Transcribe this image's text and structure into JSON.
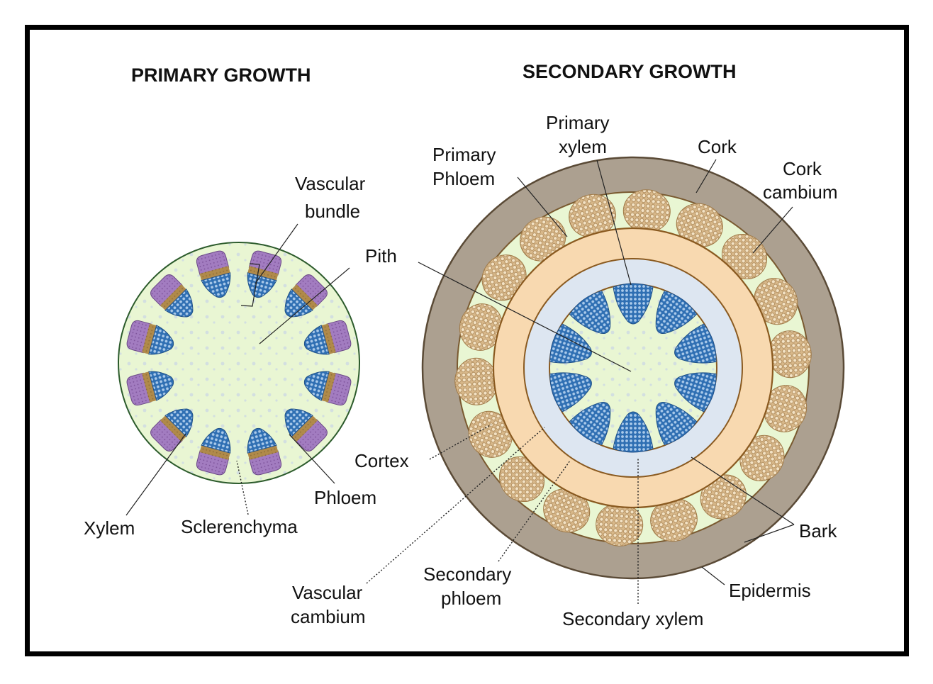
{
  "titles": {
    "primary": "PRIMARY GROWTH",
    "secondary": "SECONDARY GROWTH"
  },
  "labels": {
    "vascular_bundle_1": "Vascular",
    "vascular_bundle_2": "bundle",
    "pith": "Pith",
    "phloem": "Phloem",
    "xylem": "Xylem",
    "sclerenchyma": "Sclerenchyma",
    "primary_xylem_1": "Primary",
    "primary_xylem_2": "xylem",
    "primary_phloem_1": "Primary",
    "primary_phloem_2": "Phloem",
    "cork": "Cork",
    "cork_cambium_1": "Cork",
    "cork_cambium_2": "cambium",
    "cortex": "Cortex",
    "bark": "Bark",
    "epidermis": "Epidermis",
    "secondary_phloem_1": "Secondary",
    "secondary_phloem_2": "phloem",
    "vascular_cambium_1": "Vascular",
    "vascular_cambium_2": "cambium",
    "secondary_xylem": "Secondary xylem"
  },
  "colors": {
    "frame": "#000000",
    "ground_tissue": "#e9f6d3",
    "xylem": "#2f6fb3",
    "phloem": "#a27cc0",
    "sclerenchyma": "#b08a4a",
    "cork": "#aca090",
    "secondary_phloem": "#f8d9b0",
    "secondary_xylem": "#dde6f1",
    "cork_cells": "#d8b88a"
  }
}
